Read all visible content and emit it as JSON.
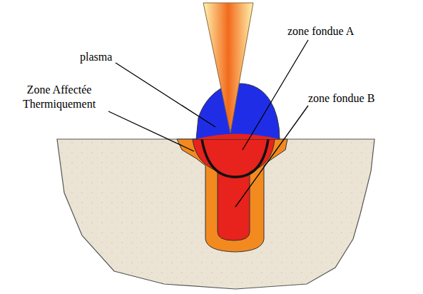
{
  "diagram": {
    "labels": [
      "plasma",
      "zone fondue A",
      "Zone Affectée Thermiquement",
      "zone fondue B"
    ]
  }
}
